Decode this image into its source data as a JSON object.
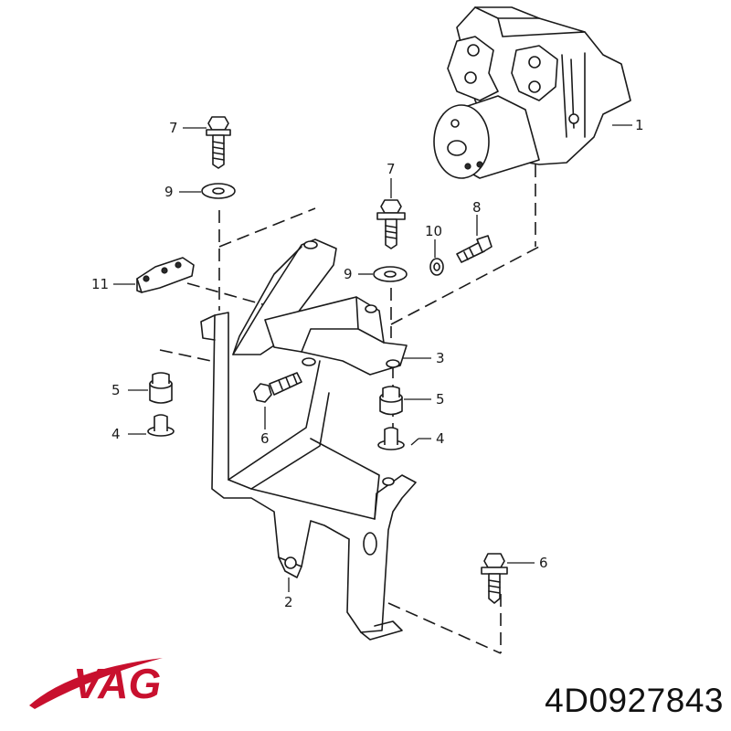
{
  "brand": {
    "logo_text": "VAG",
    "logo_color": "#c8102e"
  },
  "part_number": "4D0927843",
  "callouts": {
    "c1": "1",
    "c2": "2",
    "c3": "3",
    "c4a": "4",
    "c4b": "4",
    "c5a": "5",
    "c5b": "5",
    "c6a": "6",
    "c6b": "6",
    "c7a": "7",
    "c7b": "7",
    "c8": "8",
    "c9a": "9",
    "c9b": "9",
    "c10": "10",
    "c11": "11"
  }
}
